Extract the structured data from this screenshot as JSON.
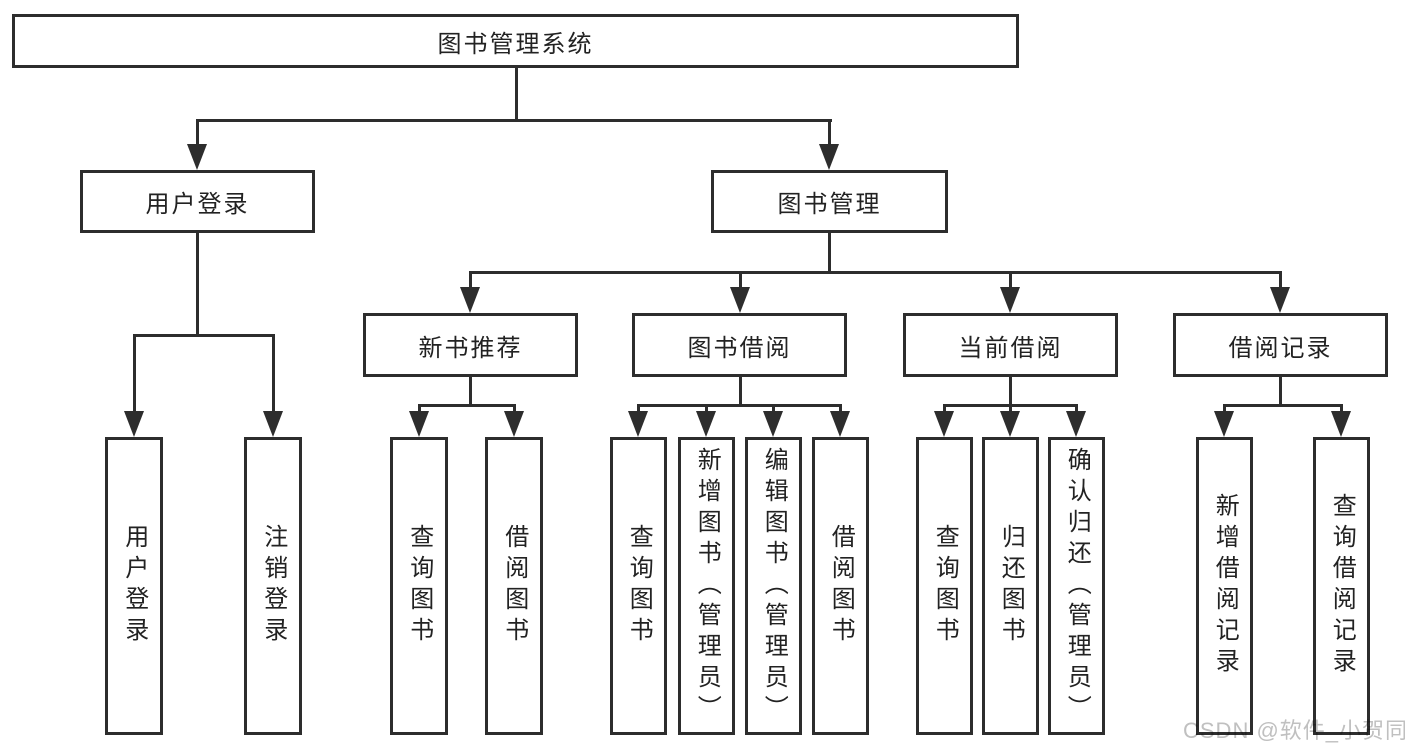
{
  "watermark": {
    "text": "CSDN @软件_小贺同学",
    "color": "#c0c0c0"
  },
  "diagram": {
    "type": "hierarchy-tree",
    "colors": {
      "line": "#2d2d2d",
      "box_border": "#2d2d2d",
      "text": "#222222",
      "background": "#ffffff"
    },
    "root": {
      "label": "图书管理系统"
    },
    "level2": [
      {
        "id": "user-login",
        "label": "用户登录"
      },
      {
        "id": "book-management",
        "label": "图书管理"
      }
    ],
    "level3": [
      {
        "id": "new-book-recommend",
        "label": "新书推荐",
        "parent": "图书管理"
      },
      {
        "id": "book-borrowing",
        "label": "图书借阅",
        "parent": "图书管理"
      },
      {
        "id": "current-borrowing",
        "label": "当前借阅",
        "parent": "图书管理"
      },
      {
        "id": "borrowing-records",
        "label": "借阅记录",
        "parent": "图书管理"
      }
    ],
    "leaves": {
      "user_login": [
        "用户登录",
        "注销登录"
      ],
      "new_book_recommend": [
        "查询图书",
        "借阅图书"
      ],
      "book_borrowing": [
        "查询图书",
        "新增图书（管理员）",
        "编辑图书（管理员）",
        "借阅图书"
      ],
      "current_borrowing": [
        "查询图书",
        "归还图书",
        "确认归还（管理员）"
      ],
      "borrowing_records": [
        "新增借阅记录",
        "查询借阅记录"
      ]
    }
  }
}
